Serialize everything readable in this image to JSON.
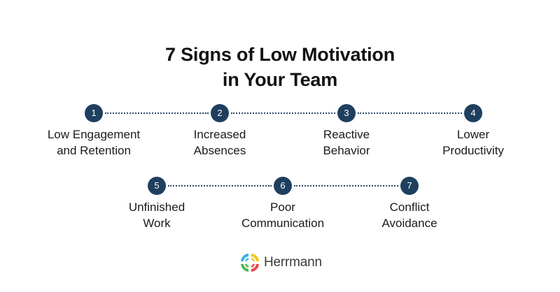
{
  "title": {
    "line1": "7 Signs of Low Motivation",
    "line2": "in Your Team"
  },
  "colors": {
    "step_circle": "#1f3f5f",
    "connector": "#2a4a6a",
    "text": "#1a1a1a",
    "logo_blue": "#3ab0e2",
    "logo_yellow": "#f5c518",
    "logo_green": "#4cb84c",
    "logo_red": "#e8474b"
  },
  "signs": [
    {
      "number": "1",
      "line1": "Low Engagement",
      "line2": "and Retention"
    },
    {
      "number": "2",
      "line1": "Increased",
      "line2": "Absences"
    },
    {
      "number": "3",
      "line1": "Reactive",
      "line2": "Behavior"
    },
    {
      "number": "4",
      "line1": "Lower",
      "line2": "Productivity"
    },
    {
      "number": "5",
      "line1": "Unfinished",
      "line2": "Work"
    },
    {
      "number": "6",
      "line1": "Poor",
      "line2": "Communication"
    },
    {
      "number": "7",
      "line1": "Conflict",
      "line2": "Avoidance"
    }
  ],
  "logo": {
    "icon": "herrmann-whole-brain-icon",
    "text": "Herrmann"
  }
}
